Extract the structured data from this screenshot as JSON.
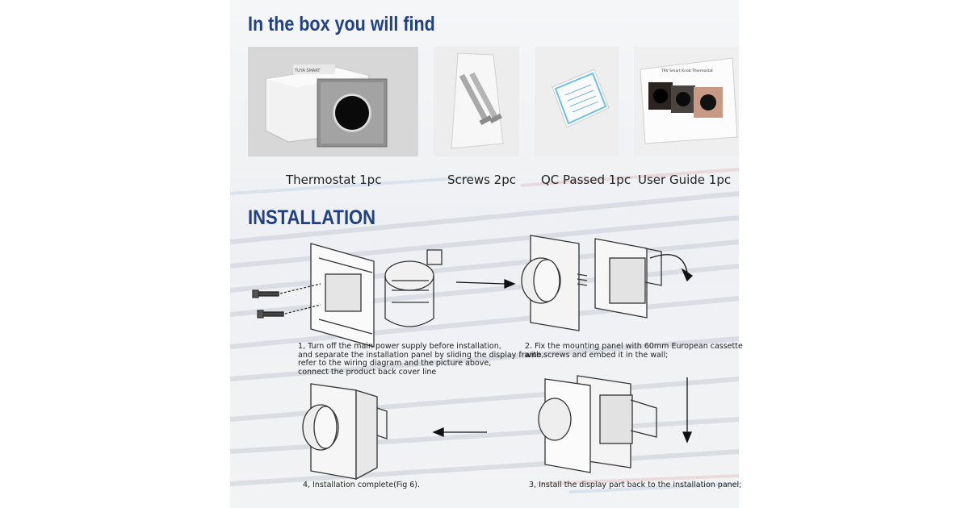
{
  "box_section": {
    "title": "In the box you will find",
    "items": [
      {
        "caption": "Thermostat 1pc",
        "photo_text": "TUYA SMART"
      },
      {
        "caption": "Screws 2pc"
      },
      {
        "caption": "QC Passed 1pc"
      },
      {
        "caption": "User Guide 1pc",
        "photo_text": "TRV Smart Knob Thermostat"
      }
    ]
  },
  "installation": {
    "title": "INSTALLATION",
    "steps": [
      {
        "lines": [
          "1, Turn off the main power supply before installation,",
          "and separate the installation panel by sliding the display frame,",
          "refer to the wiring diagram and the picture above,",
          "connect the product back cover line"
        ]
      },
      {
        "lines": [
          "2. Fix the mounting panel with 60mm European cassette",
          " with screws and embed it in the wall;"
        ]
      },
      {
        "lines": [
          "3, Install the display part back to the installation panel;"
        ]
      },
      {
        "lines": [
          "4, Installation complete(Fig 6)."
        ]
      }
    ]
  },
  "colors": {
    "heading": "#1f3f86",
    "caption": "#222222",
    "background": "#ffffff"
  }
}
